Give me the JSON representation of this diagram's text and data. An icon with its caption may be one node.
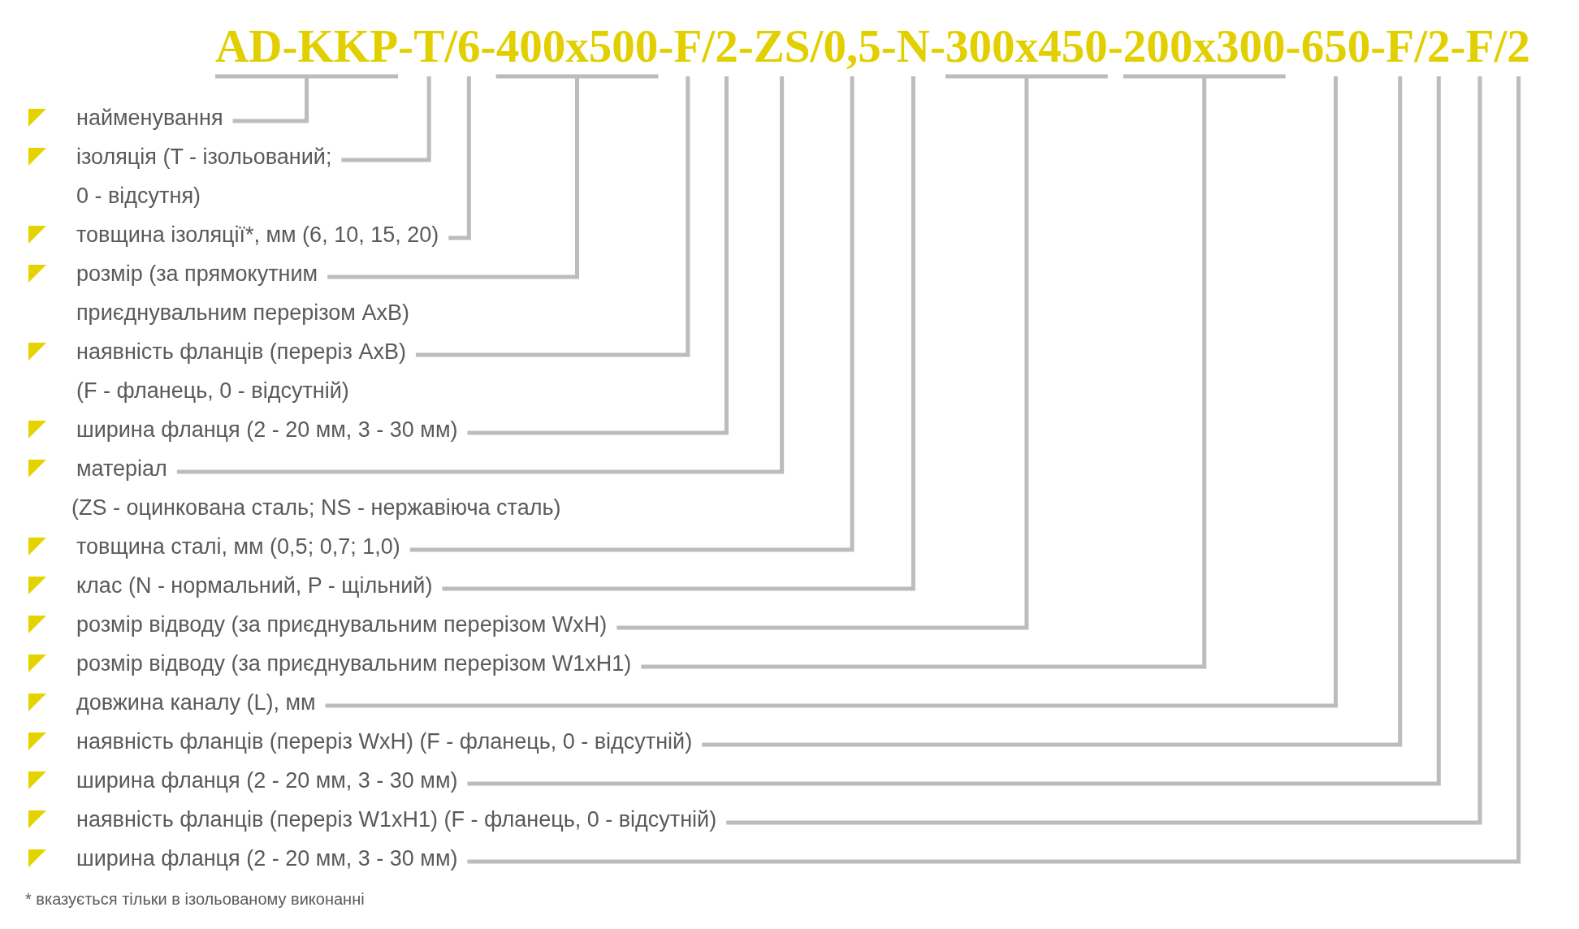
{
  "diagram": {
    "nodes": [
      {
        "text": [
          "AD-KKP"
        ]
      },
      {
        "text": [
          "T"
        ]
      },
      {
        "text": [
          "6"
        ]
      },
      {
        "text": [
          "400x500"
        ]
      },
      {
        "text": [
          "F"
        ]
      },
      {
        "text": [
          "2"
        ]
      },
      {
        "text": [
          "ZS"
        ]
      },
      {
        "text": [
          "0,5"
        ]
      },
      {
        "text": [
          "N"
        ]
      },
      {
        "text": [
          "300x450"
        ]
      },
      {
        "text": [
          "200x300"
        ]
      },
      {
        "text": [
          "650"
        ]
      },
      {
        "text": [
          "F"
        ]
      },
      {
        "text": [
          "2"
        ]
      },
      {
        "text": [
          "F"
        ]
      },
      {
        "text": [
          "2"
        ]
      },
      {
        "text": [
          "найменування"
        ]
      },
      {
        "text": [
          "ізоляція (T - ізольований; 0 - відсутня)"
        ]
      },
      {
        "text": [
          "товщина ізоляції*, мм (6, 10, 15, 20)"
        ]
      },
      {
        "text": [
          "розмір (за прямокутним приєднувальним перерізом AxB)"
        ]
      },
      {
        "text": [
          "наявність фланців (переріз AxB) (F - фланець, 0 - відсутній)"
        ]
      },
      {
        "text": [
          "ширина фланця (2 - 20 мм, 3 - 30 мм)"
        ]
      },
      {
        "text": [
          "матеріал (ZS - оцинкована сталь; NS - нержавіюча сталь)"
        ]
      },
      {
        "text": [
          "товщина сталі, мм (0,5; 0,7; 1,0)"
        ]
      },
      {
        "text": [
          "клас (N - нормальний, P - щільний)"
        ]
      },
      {
        "text": [
          "розмір відводу (за приєднувальним перерізом WxH)"
        ]
      },
      {
        "text": [
          "розмір відводу (за приєднувальним перерізом W1xH1)"
        ]
      },
      {
        "text": [
          "довжина каналу (L), мм"
        ]
      },
      {
        "text": [
          "наявність фланців (переріз WxH) (F - фланець, 0 - відсутній)"
        ]
      },
      {
        "text": [
          "ширина фланця (2 - 20 мм, 3 - 30 мм)"
        ]
      },
      {
        "text": [
          "наявність фланців (переріз W1xH1) (F - фланець, 0 - відсутній)"
        ]
      },
      {
        "text": [
          "ширина фланця (2 - 20 мм, 3 - 30 мм)"
        ]
      }
    ],
    "edges": [
      {
        "from": 16,
        "to": 0,
        "arrow": "none"
      },
      {
        "from": 17,
        "to": 1,
        "arrow": "none"
      },
      {
        "from": 18,
        "to": 2,
        "arrow": "none"
      },
      {
        "from": 19,
        "to": 3,
        "arrow": "none"
      },
      {
        "from": 20,
        "to": 4,
        "arrow": "none"
      },
      {
        "from": 21,
        "to": 5,
        "arrow": "none"
      },
      {
        "from": 22,
        "to": 6,
        "arrow": "none"
      },
      {
        "from": 23,
        "to": 7,
        "arrow": "none"
      },
      {
        "from": 24,
        "to": 8,
        "arrow": "none"
      },
      {
        "from": 25,
        "to": 9,
        "arrow": "none"
      },
      {
        "from": 26,
        "to": 10,
        "arrow": "none"
      },
      {
        "from": 27,
        "to": 11,
        "arrow": "none"
      },
      {
        "from": 28,
        "to": 12,
        "arrow": "none"
      },
      {
        "from": 29,
        "to": 13,
        "arrow": "none"
      },
      {
        "from": 30,
        "to": 14,
        "arrow": "none"
      },
      {
        "from": 31,
        "to": 15,
        "arrow": "none"
      }
    ],
    "labels": [
      "-",
      "/",
      "-",
      "-",
      "/",
      "-",
      "/",
      "-",
      "-",
      "-",
      "-",
      "-",
      "/",
      "-",
      "/",
      "* вказується тільки в ізольованому виконанні"
    ]
  }
}
